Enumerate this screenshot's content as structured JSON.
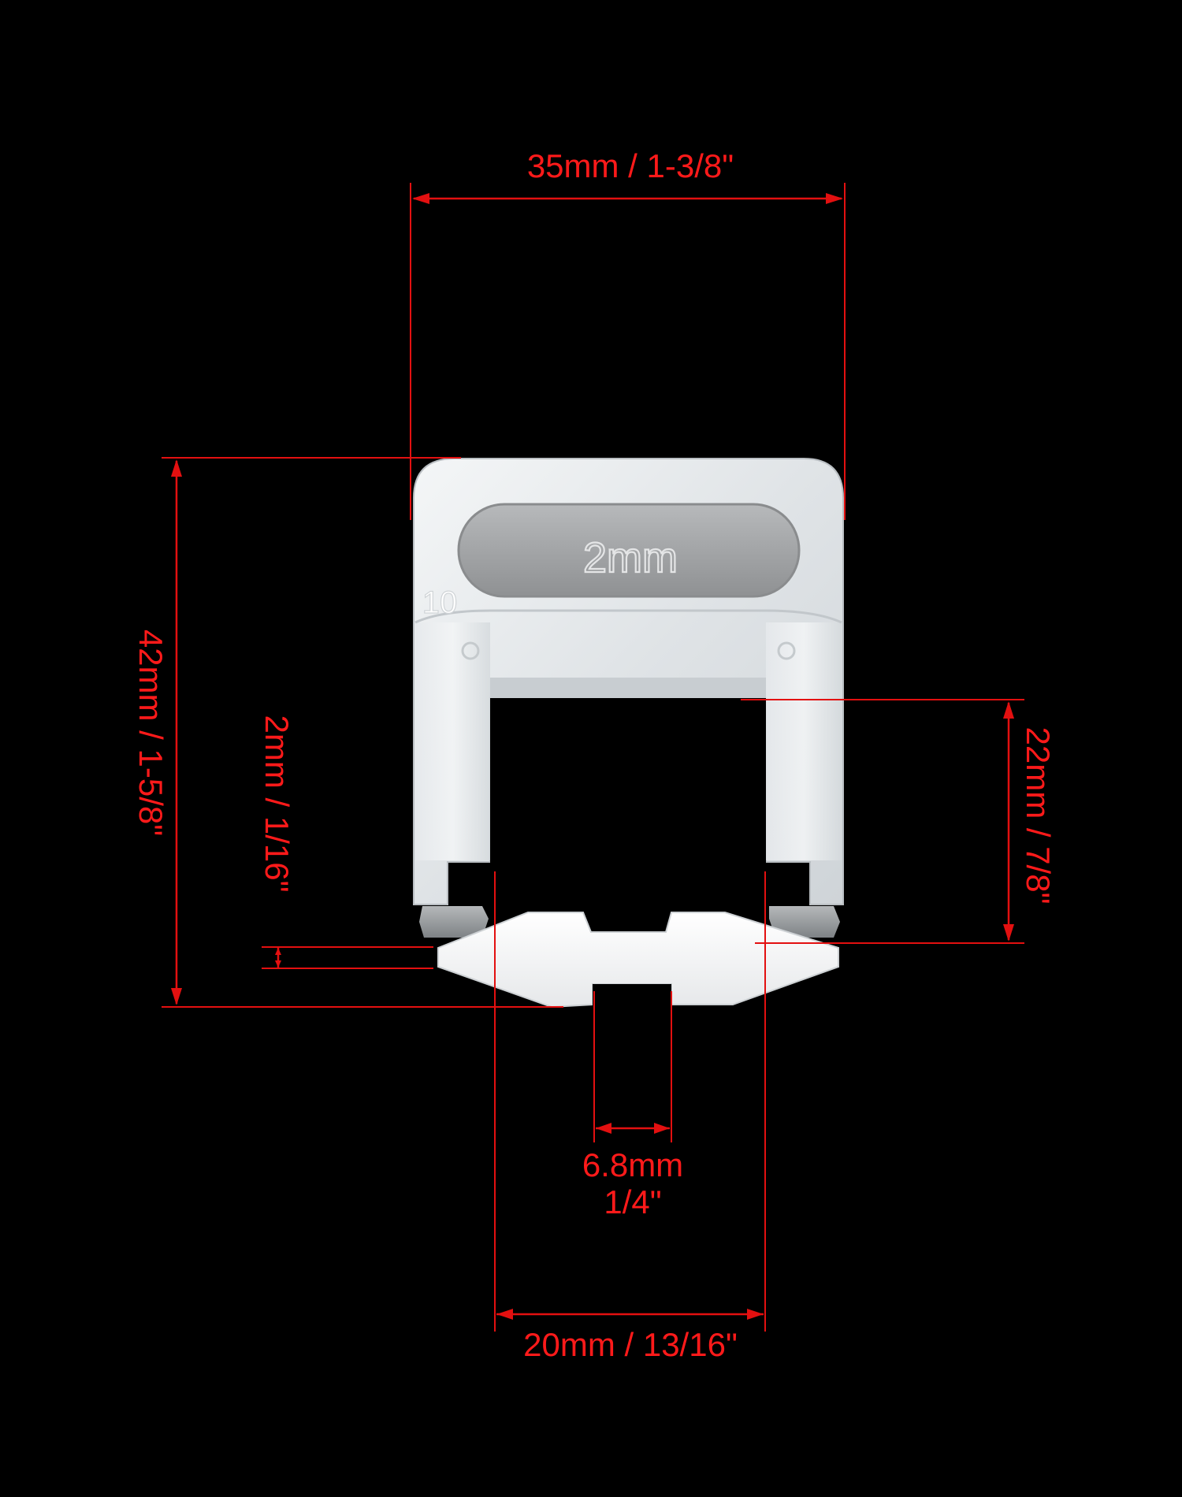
{
  "dimensions": {
    "width_top": "35mm / 1-3/8\"",
    "height_total": "42mm / 1-5/8\"",
    "gap_thickness": "2mm / 1/16\"",
    "opening_height": "22mm / 7/8\"",
    "slot_width_line1": "6.8mm",
    "slot_width_line2": "1/4\"",
    "opening_width": "20mm / 13/16\""
  },
  "clip": {
    "size_label": "2mm",
    "mold_number": "10"
  },
  "colors": {
    "background": "#000000",
    "dimension": "#e31010",
    "plastic": "#e9ecef"
  }
}
